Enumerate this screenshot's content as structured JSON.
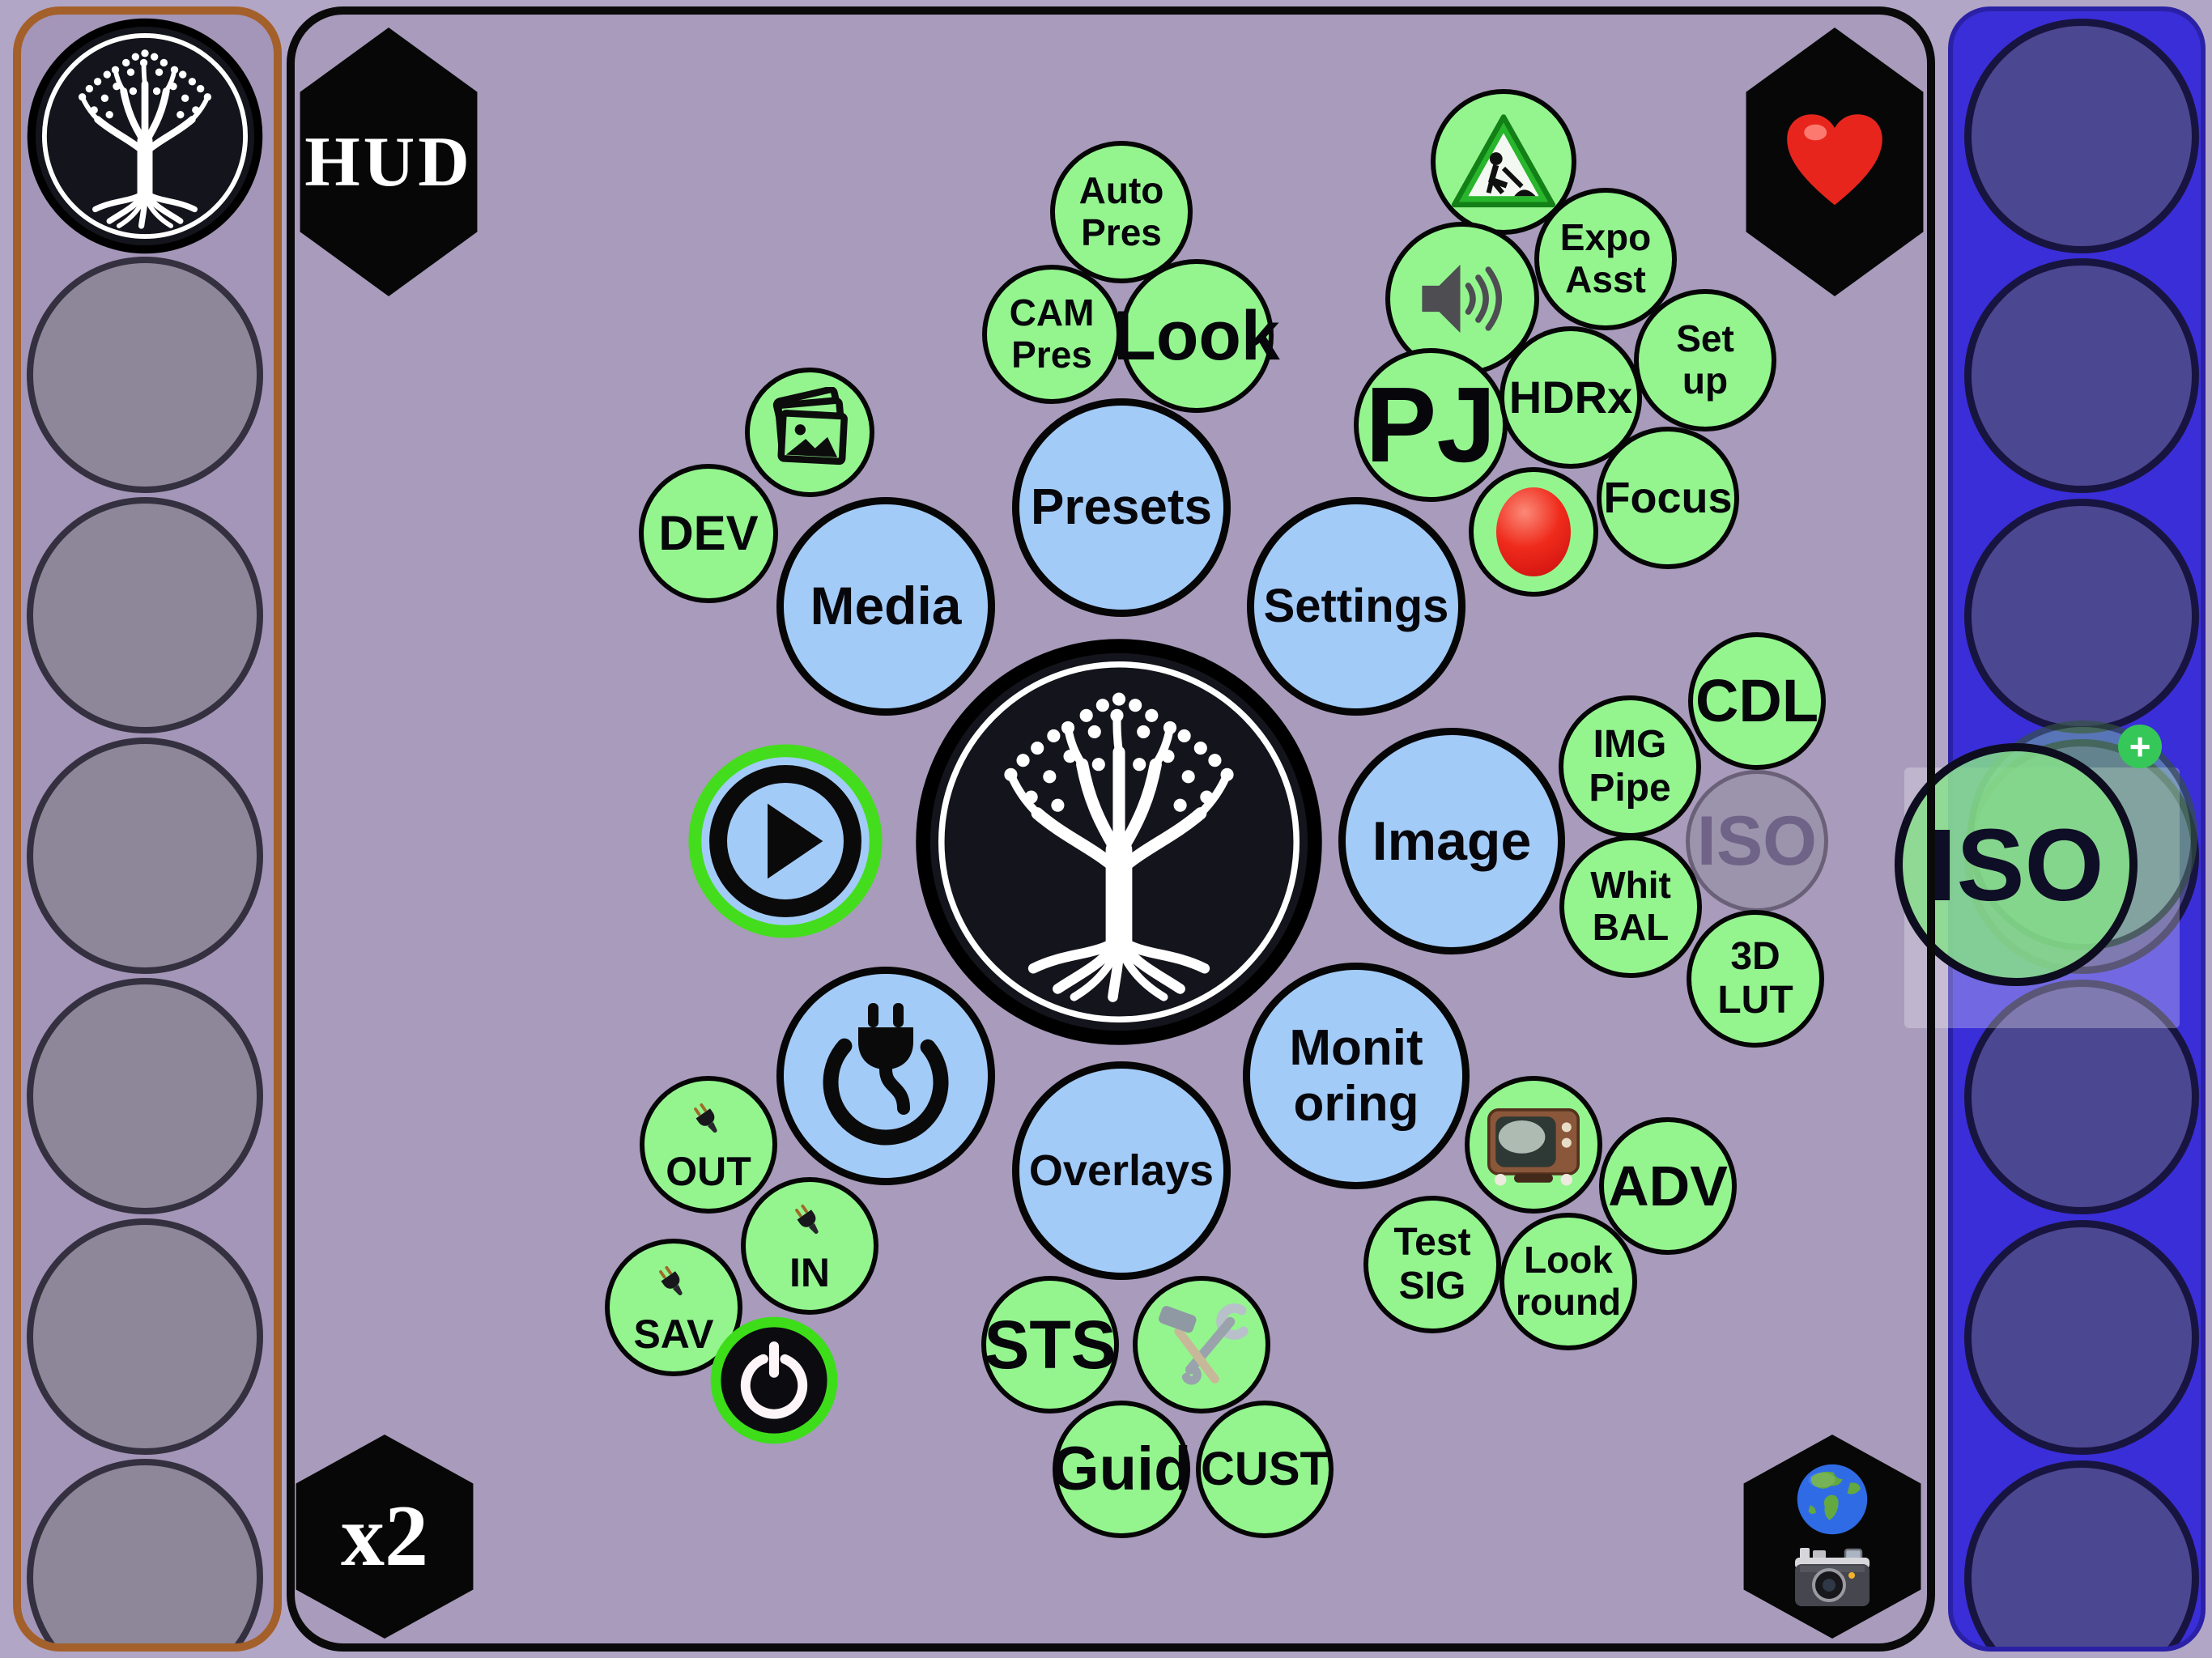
{
  "corners": {
    "hud": "HUD",
    "multiplier": "x2"
  },
  "hub": {
    "presets": "Presets",
    "media": "Media",
    "settings": "Settings",
    "image": "Image",
    "monitoring": "Monit\noring",
    "overlays": "Overlays"
  },
  "sat": {
    "auto_pres": "Auto Pres",
    "cam_pres": "CAM Pres",
    "look": "Look",
    "dev": "DEV",
    "expo_asst": "Expo Asst",
    "hdrx": "HDRx",
    "set_up": "Set up",
    "focus": "Focus",
    "pj": "PJ",
    "cdl": "CDL",
    "img_pipe": "IMG Pipe",
    "iso_slot": "ISO",
    "whit_bal": "Whit BAL",
    "lut_3d": "3D LUT",
    "adv": "ADV",
    "test_sig": "Test SIG",
    "look_round": "Look round",
    "sts": "STS",
    "guid": "Guid",
    "cust": "CUST",
    "out": "OUT",
    "in": "IN",
    "sav": "SAV"
  },
  "drag": {
    "label": "ISO",
    "badge": "+"
  },
  "icons": {
    "logo": "tree-of-life-icon",
    "heart": "heart-icon",
    "globe": "globe-icon",
    "camera": "camera-icon",
    "play": "play-icon",
    "power_plug": "power-plug-icon",
    "plug_small": "plug-icon",
    "speaker": "speaker-icon",
    "construction": "construction-sign-icon",
    "record": "record-dot-icon",
    "tv": "tv-icon",
    "tools": "hammer-wrench-icon",
    "photos": "photos-icon",
    "power": "power-icon",
    "plus_badge": "plus-badge-icon"
  },
  "colors": {
    "page_bg": "#b2a6c6",
    "panel_bg": "#a89bbb",
    "sidebar_left_border": "#a4602a",
    "sidebar_right_bg": "#3a2ed8",
    "green_bubble": "#94f58f",
    "blue_bubble": "#a3cbf7",
    "accent_ring_green": "#44dd1d",
    "record_red": "#ef2b1c",
    "badge_green": "#36c759"
  }
}
